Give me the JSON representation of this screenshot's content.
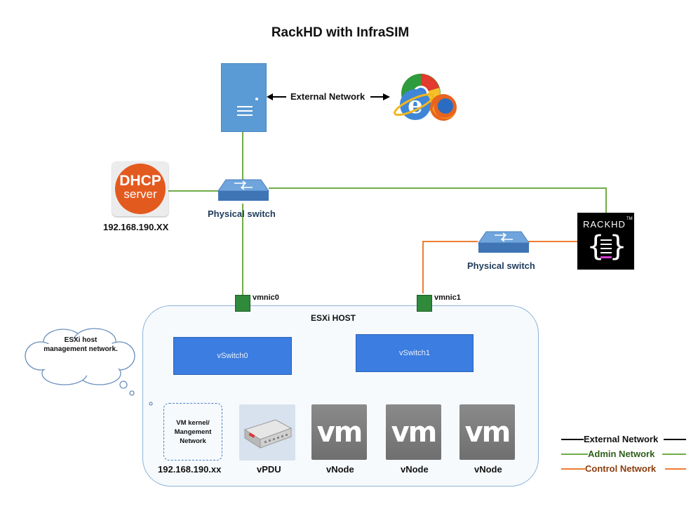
{
  "title": "RackHD with InfraSIM",
  "labels": {
    "external_network": "External Network",
    "physical_switch_1": "Physical switch",
    "physical_switch_2": "Physical switch",
    "dhcp_ip": "192.168.190.XX",
    "vmnic0": "vmnic0",
    "vmnic1": "vmnic1",
    "esxi_host": "ESXi HOST",
    "vswitch0": "vSwitch0",
    "vswitch1": "vSwitch1",
    "cloud_text": "ESXi host management network.",
    "vmkernel_text": "VM kernel/ Mangement Network",
    "vmkernel_ip": "192.168.190.xx",
    "vpdu": "vPDU",
    "vnode1": "vNode",
    "vnode2": "vNode",
    "vnode3": "vNode"
  },
  "dhcp": {
    "line1": "DHCP",
    "line2": "server"
  },
  "rackhd": {
    "text": "RACKHD",
    "tm": "TM"
  },
  "vm_logo": "vm",
  "legend": [
    {
      "label": "External Network",
      "color": "#000000"
    },
    {
      "label": "Admin Network",
      "color": "#70ad47"
    },
    {
      "label": "Control Network",
      "color": "#ed7d31"
    }
  ],
  "colors": {
    "admin": "#70ad47",
    "control": "#ed7d31",
    "external": "#000000",
    "vswitch": "#3b7de0"
  },
  "icons": [
    "server-icon",
    "browsers-icon",
    "dhcp-server-icon",
    "network-switch-icon",
    "rackhd-logo",
    "nic-card-icon",
    "pdu-device-icon",
    "vm-icon",
    "thought-cloud"
  ]
}
